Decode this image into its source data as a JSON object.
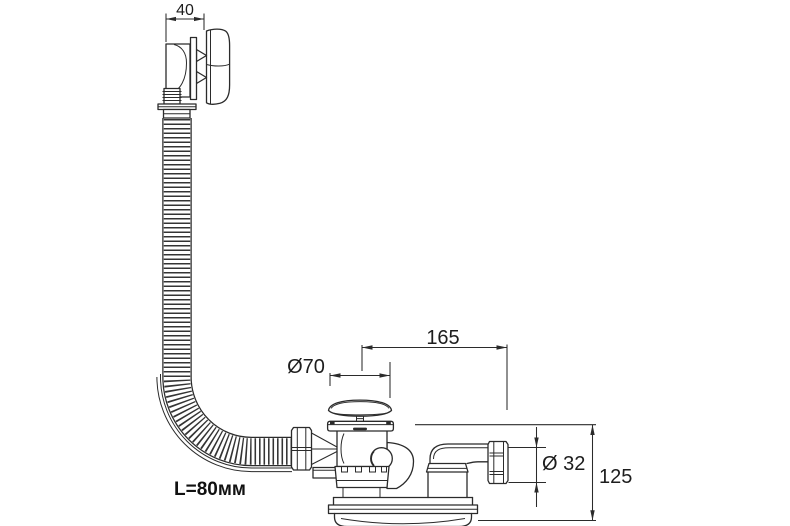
{
  "drawing": {
    "background": "#ffffff",
    "line_color": "#2b2b2b",
    "labels": {
      "overflow_width": "40",
      "offset_length": "165",
      "plug_diameter": "Ø70",
      "outlet_diameter": "Ø 32",
      "install_height": "125",
      "hose_length": "L=80мм"
    }
  }
}
